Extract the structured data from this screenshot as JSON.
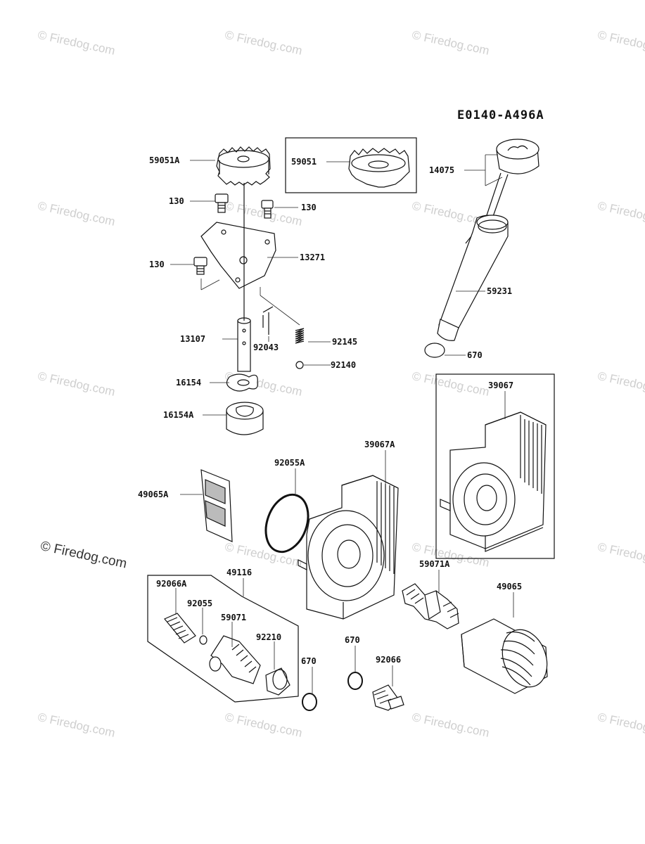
{
  "diagram": {
    "code": "E0140-A496A",
    "watermark": "© Firedog.com",
    "watermark_main": "© Firedog.com",
    "parts": [
      {
        "id": "p59051A",
        "label": "59051A"
      },
      {
        "id": "p59051",
        "label": "59051"
      },
      {
        "id": "p130a",
        "label": "130"
      },
      {
        "id": "p130b",
        "label": "130"
      },
      {
        "id": "p130c",
        "label": "130"
      },
      {
        "id": "p13271",
        "label": "13271"
      },
      {
        "id": "p13107",
        "label": "13107"
      },
      {
        "id": "p92043",
        "label": "92043"
      },
      {
        "id": "p92145",
        "label": "92145"
      },
      {
        "id": "p92140",
        "label": "92140"
      },
      {
        "id": "p16154",
        "label": "16154"
      },
      {
        "id": "p16154A",
        "label": "16154A"
      },
      {
        "id": "p14075",
        "label": "14075"
      },
      {
        "id": "p59231",
        "label": "59231"
      },
      {
        "id": "p670a",
        "label": "670"
      },
      {
        "id": "p39067",
        "label": "39067"
      },
      {
        "id": "p39067A",
        "label": "39067A"
      },
      {
        "id": "p92055A",
        "label": "92055A"
      },
      {
        "id": "p49065A",
        "label": "49065A"
      },
      {
        "id": "p49116",
        "label": "49116"
      },
      {
        "id": "p92066A",
        "label": "92066A"
      },
      {
        "id": "p92055",
        "label": "92055"
      },
      {
        "id": "p59071",
        "label": "59071"
      },
      {
        "id": "p92210",
        "label": "92210"
      },
      {
        "id": "p670b",
        "label": "670"
      },
      {
        "id": "p670c",
        "label": "670"
      },
      {
        "id": "p92066",
        "label": "92066"
      },
      {
        "id": "p59071A",
        "label": "59071A"
      },
      {
        "id": "p49065",
        "label": "49065"
      }
    ]
  }
}
